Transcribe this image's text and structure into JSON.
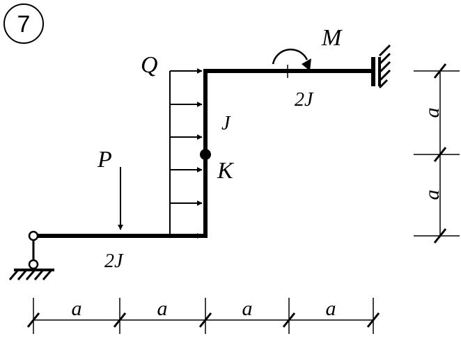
{
  "figure": {
    "number": "7",
    "labels": {
      "Q": "Q",
      "M": "M",
      "P": "P",
      "K": "K",
      "J_vertical": "J",
      "J_top": "2J",
      "J_bottom": "2J"
    },
    "dimensions": {
      "horizontal": [
        "a",
        "a",
        "a",
        "a"
      ],
      "vertical": [
        "a",
        "a"
      ]
    }
  }
}
